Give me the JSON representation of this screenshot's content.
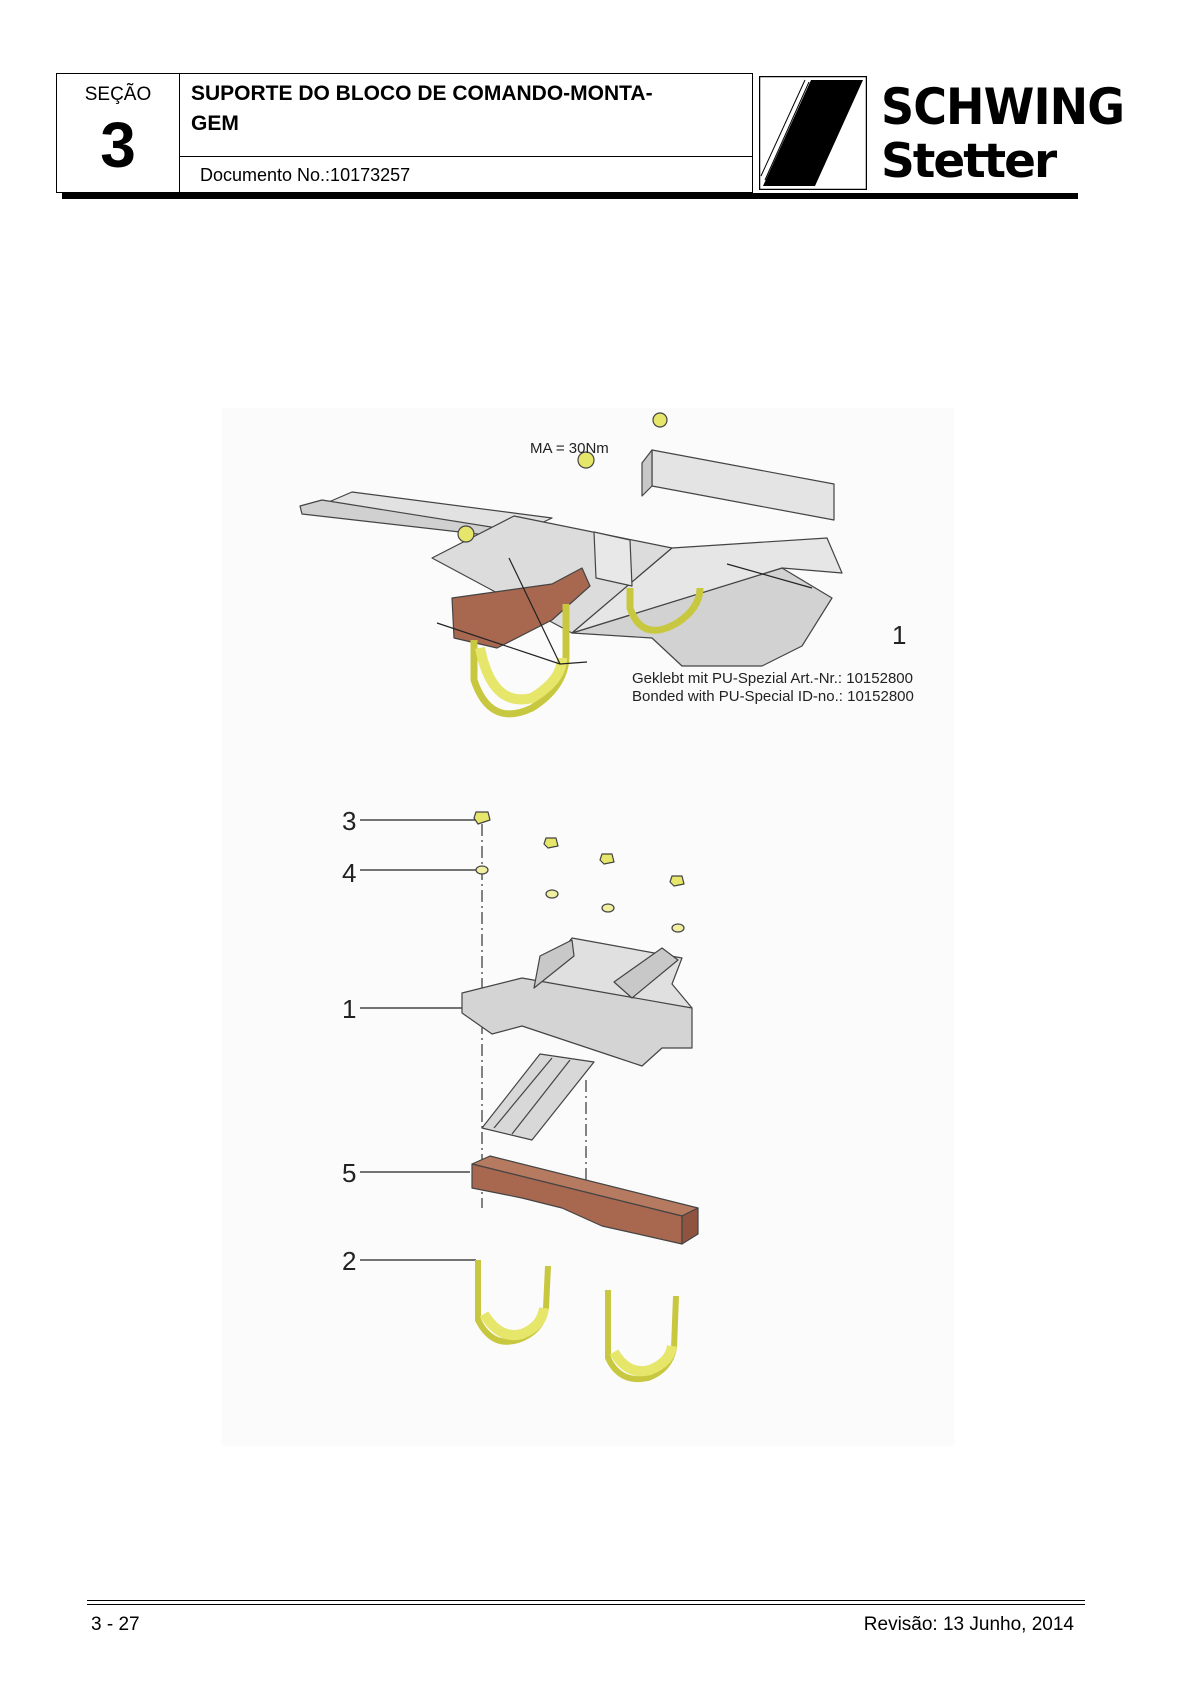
{
  "header": {
    "section_label": "SEÇÃO",
    "section_number": "3",
    "title": "SUPORTE DO BLOCO DE COMANDO-MONTA-GEM",
    "title_line1": "SUPORTE DO BLOCO DE COMANDO-MONTA-",
    "title_line2": "GEM",
    "document_number": "Documento No.:10173257"
  },
  "logo": {
    "line1": "SCHWING",
    "line2": "Stetter"
  },
  "figure": {
    "torque_label": "MA = 30Nm",
    "assembly_callout": "1",
    "bonded_note_de": "Geklebt mit PU-Spezial Art.-Nr.: 10152800",
    "bonded_note_en": "Bonded with PU-Special ID-no.: 10152800",
    "exploded_callouts": [
      "3",
      "4",
      "1",
      "5",
      "2"
    ]
  },
  "footer": {
    "page": "3 - 27",
    "revision": "Revisão: 13 Junho, 2014"
  },
  "colors": {
    "steel": "#d6d6d6",
    "rubber_block": "#a8674f",
    "u_bolt": "#e6e66a",
    "ink": "#000000"
  }
}
